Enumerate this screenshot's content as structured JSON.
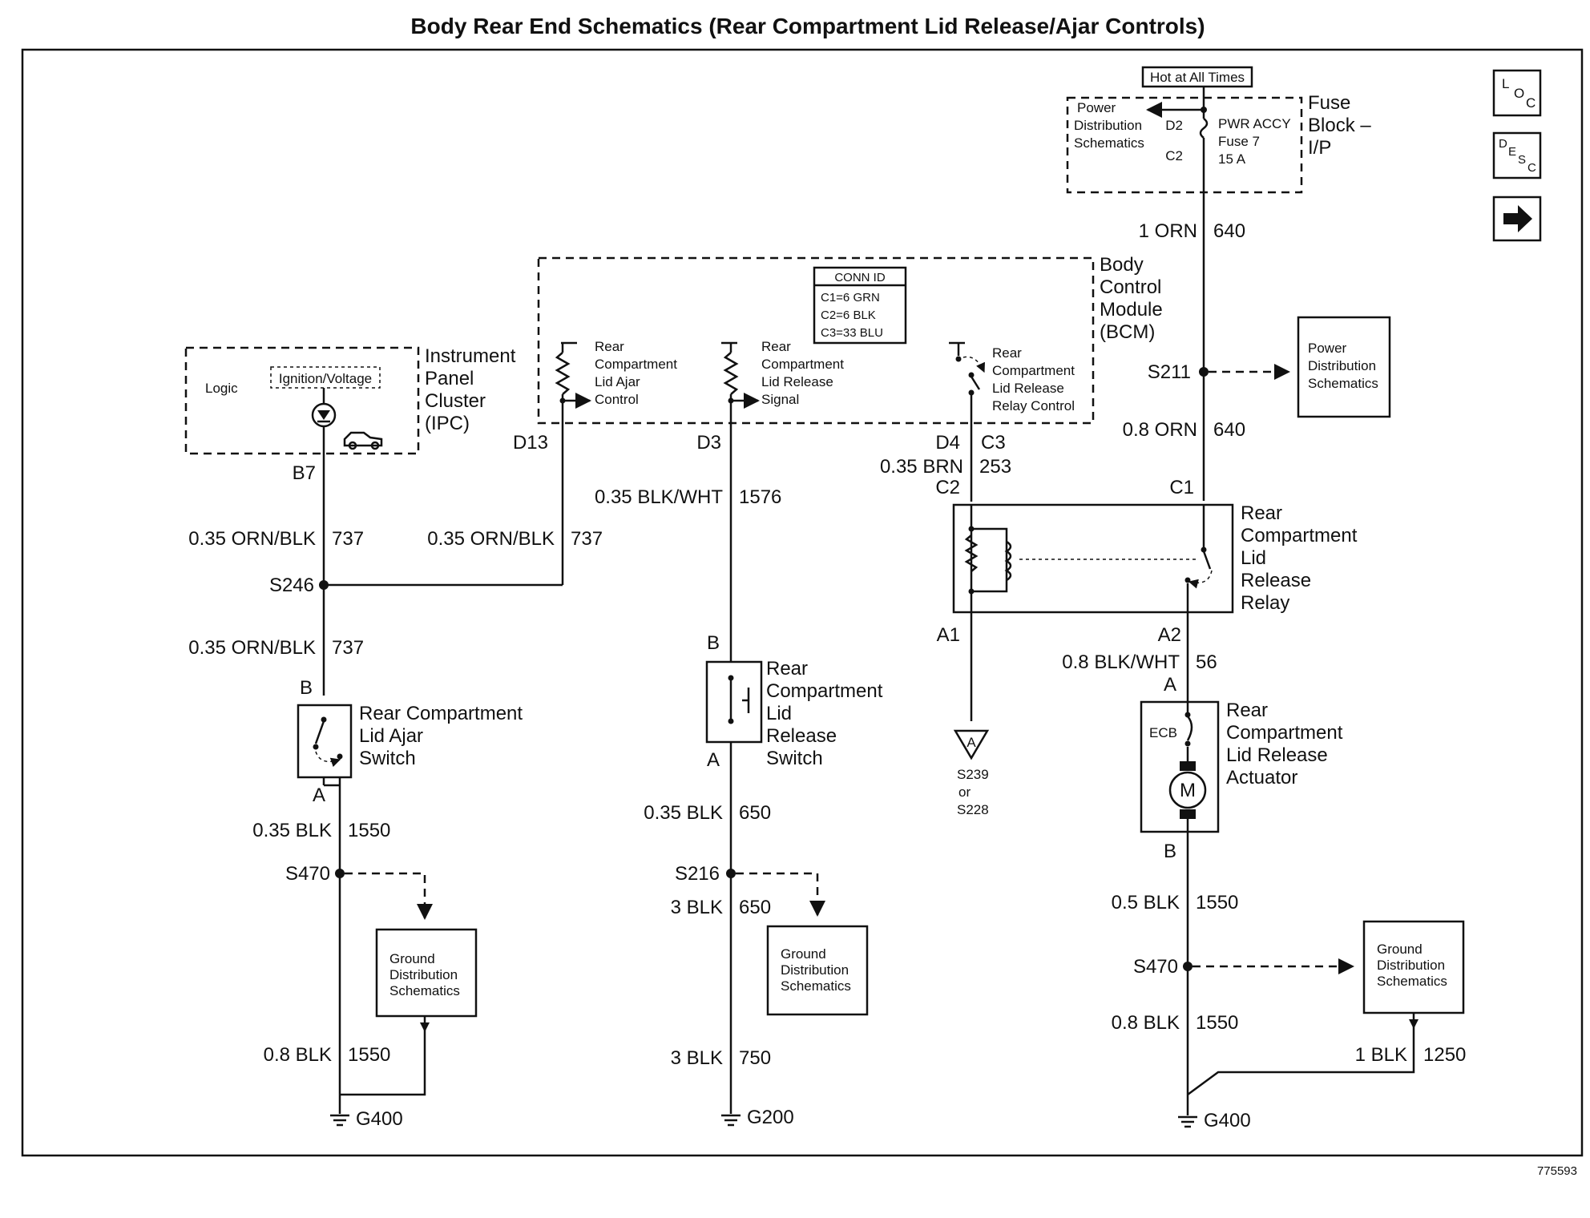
{
  "title": "Body Rear End Schematics (Rear Compartment Lid Release/Ajar Controls)",
  "figure_id": "775593",
  "side_icons": [
    {
      "name": "loc-icon",
      "label": "LOC"
    },
    {
      "name": "desc-icon",
      "label": "DESC"
    },
    {
      "name": "next-arrow-icon",
      "label": "→"
    }
  ],
  "fuse_block": {
    "hot_label": "Hot at All Times",
    "name_lines": [
      "Fuse",
      "Block –",
      "I/P"
    ],
    "pds_lines": [
      "Power",
      "Distribution",
      "Schematics"
    ],
    "pin_top": "D2",
    "pin_bottom": "C2",
    "fuse_lines": [
      "PWR ACCY",
      "Fuse 7",
      "15 A"
    ]
  },
  "bcm": {
    "name_lines": [
      "Body",
      "Control",
      "Module",
      "(BCM)"
    ],
    "conn_id": [
      "CONN ID",
      "C1=6 GRN",
      "C2=6 BLK",
      "C3=33 BLU"
    ],
    "ajar_lines": [
      "Rear",
      "Compartment",
      "Lid Ajar",
      "Control"
    ],
    "release_lines": [
      "Rear",
      "Compartment",
      "Lid Release",
      "Signal"
    ],
    "relay_ctrl_lines": [
      "Rear",
      "Compartment",
      "Lid Release",
      "Relay Control"
    ],
    "pins": {
      "d13": "D13",
      "d3": "D3",
      "d4": "D4",
      "c3": "C3"
    }
  },
  "ipc": {
    "name_lines": [
      "Instrument",
      "Panel",
      "Cluster",
      "(IPC)"
    ],
    "logic": "Logic",
    "ignition": "Ignition/Voltage",
    "pin": "B7"
  },
  "pds_right": [
    "Power",
    "Distribution",
    "Schematics"
  ],
  "relay": {
    "name_lines": [
      "Rear",
      "Compartment",
      "Lid",
      "Release",
      "Relay"
    ],
    "pins": {
      "c2": "C2",
      "c1": "C1",
      "a1": "A1",
      "a2": "A2"
    }
  },
  "ajar_switch": {
    "name_lines": [
      "Rear Compartment",
      "Lid Ajar",
      "Switch"
    ],
    "pin_top": "B",
    "pin_bottom": "A"
  },
  "release_switch": {
    "name_lines": [
      "Rear",
      "Compartment",
      "Lid",
      "Release",
      "Switch"
    ],
    "pin_top": "B",
    "pin_bottom": "A"
  },
  "actuator": {
    "name_lines": [
      "Rear",
      "Compartment",
      "Lid Release",
      "Actuator"
    ],
    "ecb": "ECB",
    "motor": "M",
    "pin_top": "A",
    "pin_bottom": "B"
  },
  "ground_ref": {
    "lines": [
      "S239",
      "or",
      "S228"
    ],
    "flag": "A"
  },
  "gds_lines": [
    "Ground",
    "Distribution",
    "Schematics"
  ],
  "splices": {
    "s211": "S211",
    "s246": "S246",
    "s470_left": "S470",
    "s216": "S216",
    "s470_right": "S470"
  },
  "grounds": {
    "g400_left": "G400",
    "g200": "G200",
    "g400_right": "G400"
  },
  "wires": {
    "w640_top": {
      "gauge": "1 ORN",
      "circuit": "640"
    },
    "w640_bot": {
      "gauge": "0.8 ORN",
      "circuit": "640"
    },
    "w253": {
      "gauge": "0.35 BRN",
      "circuit": "253"
    },
    "w1576": {
      "gauge": "0.35 BLK/WHT",
      "circuit": "1576"
    },
    "w737_ipc": {
      "gauge": "0.35 ORN/BLK",
      "circuit": "737"
    },
    "w737_bcm": {
      "gauge": "0.35 ORN/BLK",
      "circuit": "737"
    },
    "w737_sw": {
      "gauge": "0.35 ORN/BLK",
      "circuit": "737"
    },
    "w56": {
      "gauge": "0.8 BLK/WHT",
      "circuit": "56"
    },
    "w1550_a": {
      "gauge": "0.35 BLK",
      "circuit": "1550"
    },
    "w650_a": {
      "gauge": "0.35 BLK",
      "circuit": "650"
    },
    "w650_b": {
      "gauge": "3 BLK",
      "circuit": "650"
    },
    "w1550_b": {
      "gauge": "0.8 BLK",
      "circuit": "1550"
    },
    "w750": {
      "gauge": "3 BLK",
      "circuit": "750"
    },
    "w1550_c": {
      "gauge": "0.5 BLK",
      "circuit": "1550"
    },
    "w1550_d": {
      "gauge": "0.8 BLK",
      "circuit": "1550"
    },
    "w1250": {
      "gauge": "1 BLK",
      "circuit": "1250"
    }
  }
}
